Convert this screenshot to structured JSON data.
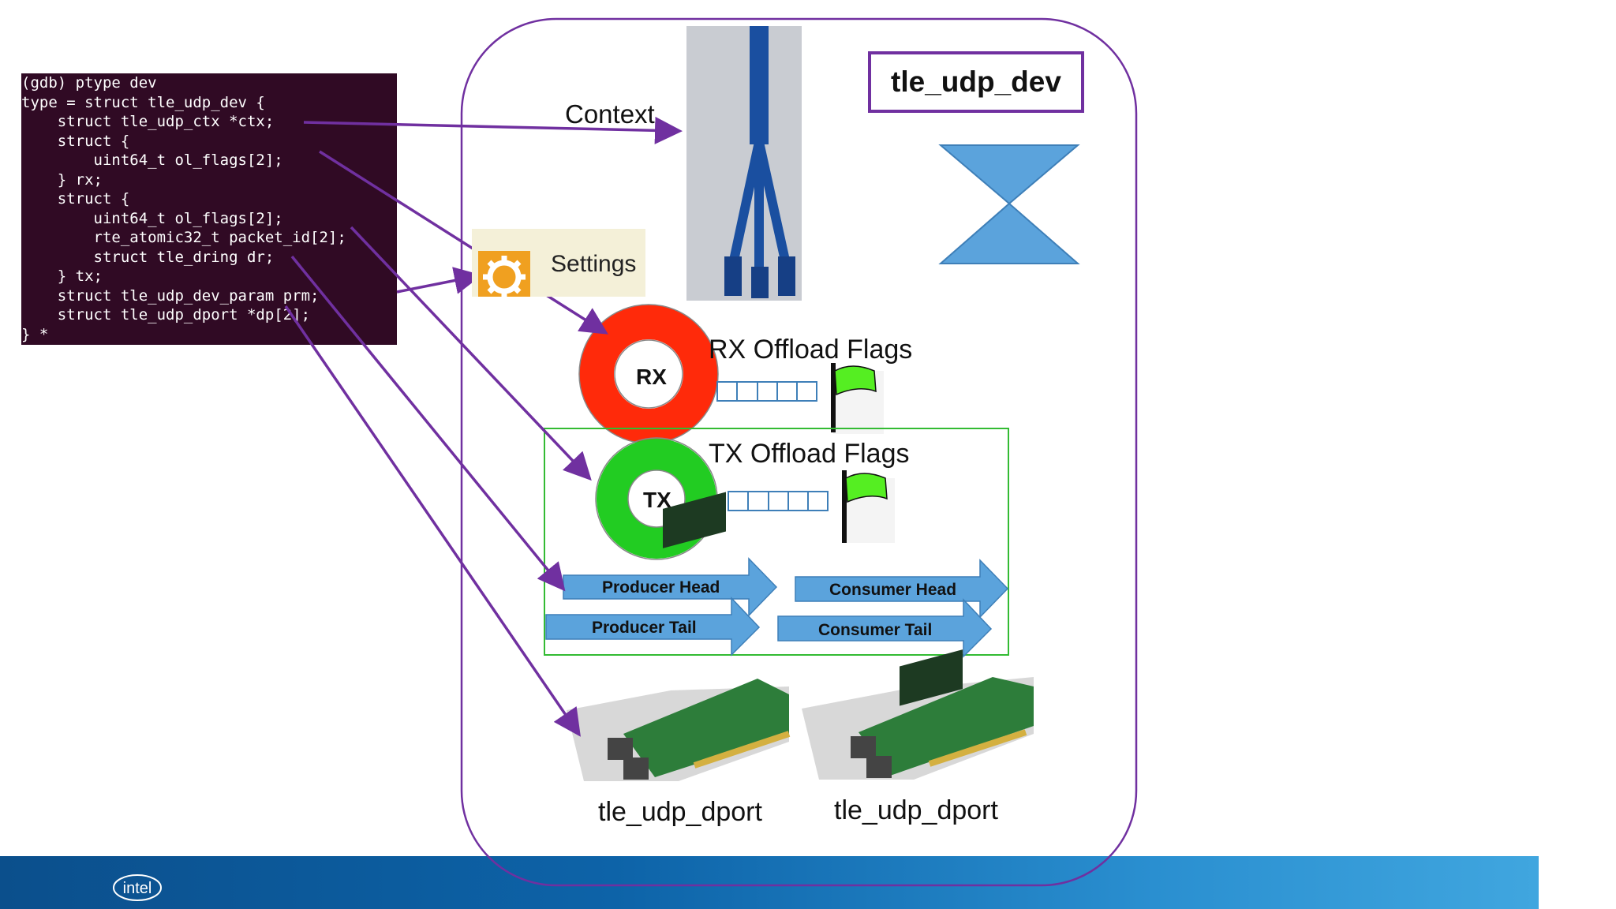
{
  "terminal": {
    "lines": [
      "(gdb) ptype dev",
      "type = struct tle_udp_dev {",
      "    struct tle_udp_ctx *ctx;",
      "    struct {",
      "        uint64_t ol_flags[2];",
      "    } rx;",
      "    struct {",
      "        uint64_t ol_flags[2];",
      "        rte_atomic32_t packet_id[2];",
      "        struct tle_dring dr;",
      "    } tx;",
      "    struct tle_udp_dev_param prm;",
      "    struct tle_udp_dport *dp[2];",
      "} *"
    ]
  },
  "diagram": {
    "context_label": "Context",
    "device_title": "tle_udp_dev",
    "settings_label": "Settings",
    "rx_ring": "RX",
    "rx_flags_label": "RX Offload Flags",
    "tx_ring": "TX",
    "tx_flags_label": "TX Offload Flags",
    "producer_head": "Producer Head",
    "producer_tail": "Producer Tail",
    "consumer_head": "Consumer Head",
    "consumer_tail": "Consumer Tail",
    "dport_1": "tle_udp_dport",
    "dport_2": "tle_udp_dport"
  },
  "footer": {
    "logo": "intel"
  },
  "colors": {
    "terminal_bg": "#300a24",
    "connector": "#7030a0",
    "rx_ring": "#ff2a0a",
    "tx_ring": "#22cc22",
    "arrow_fill": "#5ba3dc",
    "green_box": "#33bb33"
  }
}
